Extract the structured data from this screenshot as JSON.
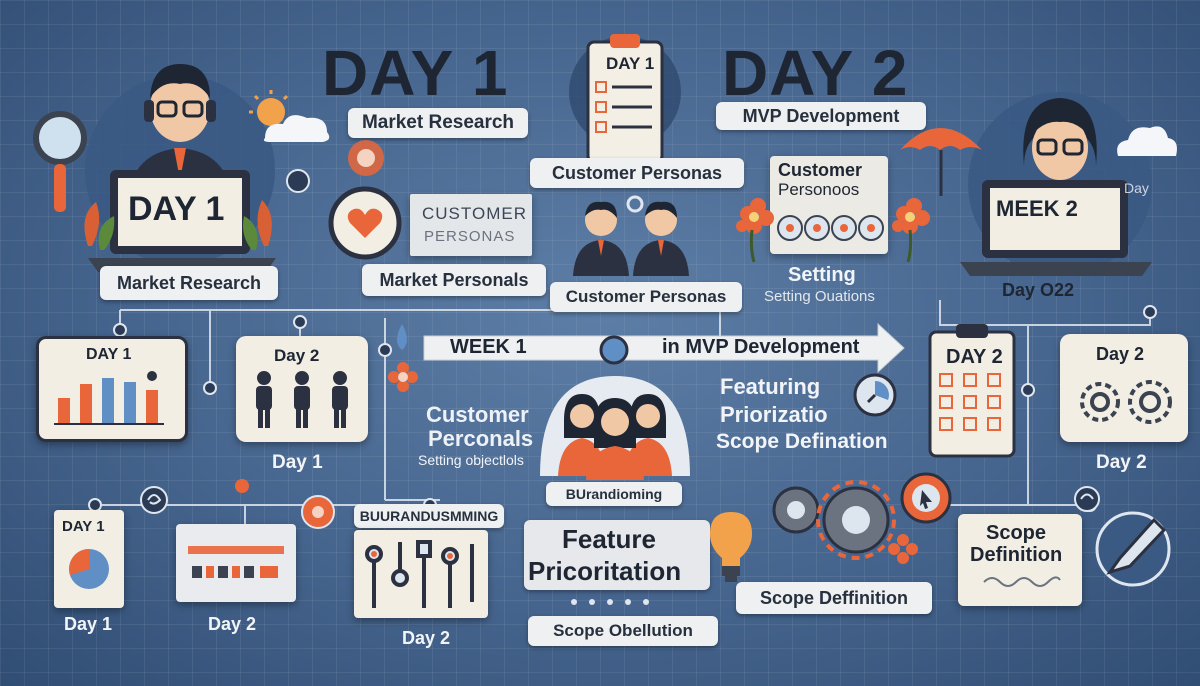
{
  "header": {
    "day1_heading": "DAY 1",
    "day1_subtitle": "Market Research",
    "day2_heading": "DAY 2",
    "day2_subtitle": "MVP Development",
    "clipboard_title": "DAY 1",
    "clipboard_caption": "Customer Personas"
  },
  "left_panel": {
    "laptop_text": "DAY 1",
    "caption": "Market Research"
  },
  "right_panel": {
    "laptop_text": "MEEK 2",
    "side_mark": "Day",
    "caption": "Day O22"
  },
  "middle_top": {
    "persona_card_line1": "CUSTOMER",
    "persona_card_line2": "PERSONAS",
    "market_personals": "Market Personals",
    "people_caption": "Customer Personas",
    "card_title_line1": "Customer",
    "card_title_line2": "Personoos",
    "setting_title": "Setting",
    "setting_subtitle": "Setting Ouations"
  },
  "timeline": {
    "arrow_left": "WEEK 1",
    "arrow_right": "in MVP Development"
  },
  "row2": {
    "card1_title": "DAY 1",
    "card2_title": "Day 2",
    "card2_caption": "Day 1",
    "customer_personals_line1": "Customer",
    "customer_personals_line2": "Perconals",
    "setting_objections": "Setting objectlols",
    "group_caption": "BUrandioming",
    "featuring_line1": "Featuring",
    "featuring_line2": "Priorizatio",
    "scope_definition_mid": "Scope Defination",
    "clipboard2_title": "DAY 2",
    "card_right_title": "Day 2",
    "card_right_caption": "Day 2"
  },
  "row3": {
    "card1_title": "DAY 1",
    "card1_caption": "Day 1",
    "card2_caption": "Day 2",
    "brainstorming_label": "BUURANDUSMMING",
    "tools_caption": "Day 2",
    "feature_line1": "Feature",
    "feature_line2": "Pricoritation",
    "scope_obellution": "Scope Obellution",
    "scope_definition_label": "Scope Deffinition",
    "scope_card_line1": "Scope",
    "scope_card_line2": "Definition"
  },
  "colors": {
    "accent_orange": "#e8663a",
    "background_blue": "#46658e",
    "card_cream": "#f3eee4",
    "dark_navy": "#2b3140"
  }
}
